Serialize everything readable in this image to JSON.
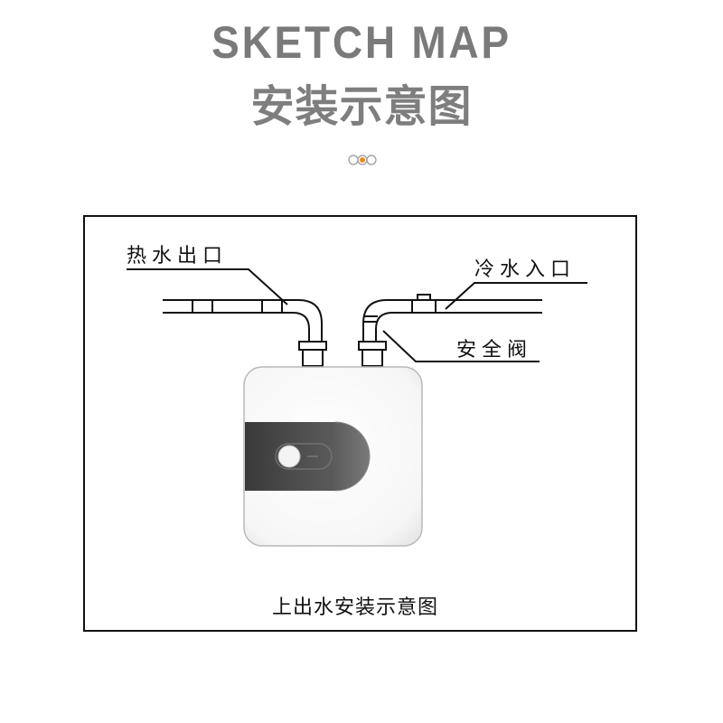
{
  "header": {
    "title_en": "SKETCH MAP",
    "title_zh": "安装示意图"
  },
  "decor": {
    "dots_accent_color": "#f08a24",
    "dots_icon": "three-circles-icon"
  },
  "diagram": {
    "labels": {
      "hot_water_outlet": "热水出口",
      "cold_water_inlet": "冷水入口",
      "safety_valve": "安全阀",
      "caption": "上出水安装示意图"
    }
  }
}
